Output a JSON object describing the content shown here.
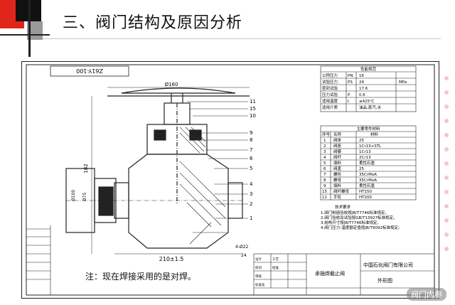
{
  "title": "三、阀门结构及原因分析",
  "drawing": {
    "stamp_code": "Z61Y-100",
    "dims": {
      "width": "210±1.5",
      "handwheel": "Ø160",
      "height": "182",
      "port": "Ø75",
      "port2": "Ø100",
      "a": "4-Ø22",
      "b": "24"
    },
    "callouts": [
      "11",
      "15",
      "10",
      "9",
      "8",
      "7",
      "6",
      "5",
      "4",
      "3",
      "2",
      "1"
    ],
    "perf_table": {
      "title": "性能规范",
      "rows": [
        [
          "公称压力",
          "PN",
          "16",
          ""
        ],
        [
          "试验压力",
          "PS",
          "24",
          "MPa"
        ],
        [
          "密封试验",
          "",
          "17.6",
          ""
        ],
        [
          "压力试验",
          "P",
          "0.6",
          ""
        ],
        [
          "适用温度",
          "t",
          "≤425℃",
          ""
        ],
        [
          "适用介质",
          "",
          "油品,蒸汽,水",
          ""
        ]
      ]
    },
    "parts_table": {
      "title": "主要零件材料",
      "header": [
        "序号",
        "名称",
        "材料"
      ],
      "rows": [
        [
          "1",
          "阀体",
          "25"
        ],
        [
          "2",
          "阀座",
          "1Cr13+STL"
        ],
        [
          "3",
          "阀瓣",
          "1Cr13"
        ],
        [
          "4",
          "阀杆",
          "2Cr13"
        ],
        [
          "5",
          "填料",
          "柔性石墨"
        ],
        [
          "6",
          "阀盖",
          "25"
        ],
        [
          "7",
          "螺栓",
          "35CrMoA"
        ],
        [
          "8",
          "螺母",
          "35CrMoA"
        ],
        [
          "9",
          "填料",
          "柔性石墨"
        ],
        [
          "15",
          "阀杆螺母",
          "HT150"
        ],
        [
          "11",
          "手轮",
          "HT200"
        ]
      ]
    },
    "tech_req": {
      "title": "技术要求",
      "lines": [
        "1.阀门制造验收按JB/T7746标准规定。",
        "2.阀门验收及试验按GB/T13927标准规定。",
        "3.结构尺寸按JB/T7746标准规定。",
        "4.阀门压力-温度额定值按JB/T9092标准规定。"
      ]
    },
    "title_block": {
      "product": "承插焊截止阀",
      "company": "中国石化阀门有限公司",
      "drawing_type": "外形图",
      "left_labels": [
        "设计",
        "校对",
        "审核",
        "标准化",
        "工艺",
        "批准"
      ]
    },
    "note": "注：现在焊接采用的是对焊。"
  },
  "watermark": "阀门内参"
}
